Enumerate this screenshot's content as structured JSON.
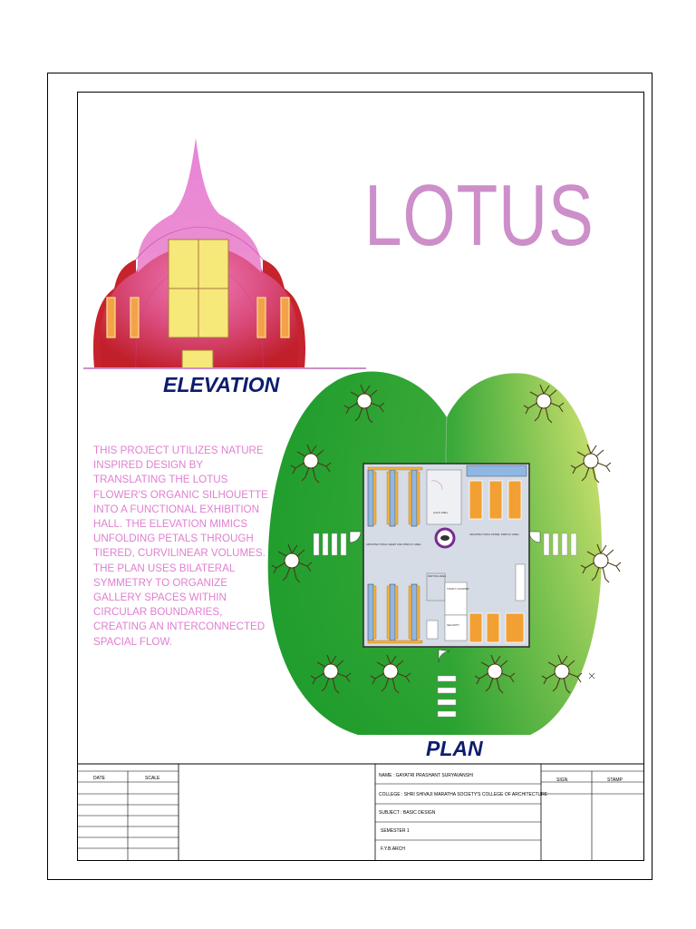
{
  "project_title": "LOTUS",
  "elevation_label": "ELEVATION",
  "plan_label": "PLAN",
  "description": "THIS PROJECT UTILIZES NATURE INSPIRED DESIGN BY TRANSLATING THE LOTUS FLOWER'S ORGANIC SILHOUETTE INTO A FUNCTIONAL EXHIBITION HALL. THE ELEVATION MIMICS UNFOLDING PETALS THROUGH TIERED, CURVILINEAR VOLUMES. THE PLAN USES BILATERAL SYMMETRY TO ORGANIZE GALLERY SPACES WITHIN CIRCULAR BOUNDARIES, CREATING AN INTERCONNECTED SPACIAL FLOW.",
  "plan_rooms": {
    "room_a": "ARCHITECTURAL SHEET AND DISPLAY AREA",
    "room_b": "ARCHITECTURAL MODEL DISPLAY AREA",
    "room_c": "LIGHT WELL",
    "room_d": "WAITING AREA",
    "room_e": "TICKET COUNTER",
    "room_f": "SECURITY"
  },
  "title_block": {
    "date_label": "DATE",
    "scale_label": "SCALE",
    "name": "NAME : GAYATRI PRASHANT SURYAVANSHI",
    "college": "COLLEGE : SHRI SHIVAJI MARATHA SOCIETY'S COLLEGE OF ARCHITECTURE",
    "subject": "SUBJECT : BASIC DESIGN",
    "semester": "SEMESTER 1",
    "class": "F.Y.B.ARCH",
    "sign_label": "SIGN",
    "stamp_label": "STAMP"
  },
  "colors": {
    "title_pink": "#cc8fca",
    "label_navy": "#0d1d6e",
    "text_pink": "#e07fd0",
    "lawn_dark": "#1e9a2b",
    "lawn_light": "#d8e56e",
    "petal_red": "#c7262e",
    "petal_pink": "#ea86d4",
    "window_yellow": "#f6e879"
  }
}
